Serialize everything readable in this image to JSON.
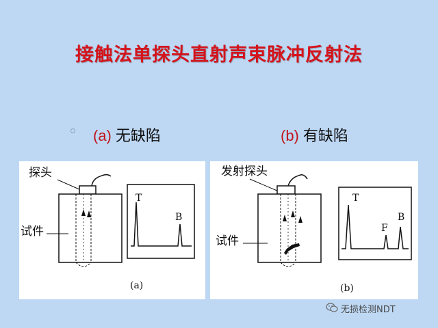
{
  "title": "接触法单探头直射声束脉冲反射法",
  "captions": {
    "a": {
      "letter": "(a)",
      "text": "无缺陷"
    },
    "b": {
      "letter": "(b)",
      "text": "有缺陷"
    }
  },
  "panel_a": {
    "probe_label": "探头",
    "specimen_label": "试件",
    "peak_t": "T",
    "peak_b": "B",
    "sub_caption": "(a)"
  },
  "panel_b": {
    "probe_label": "发射探头",
    "specimen_label": "试件",
    "peak_t": "T",
    "peak_f": "F",
    "peak_b": "B",
    "sub_caption": "(b)"
  },
  "watermark": "无损检测NDT",
  "colors": {
    "title": "#d4141c",
    "caption_letter": "#c0151a",
    "background": "#bed8f4"
  }
}
